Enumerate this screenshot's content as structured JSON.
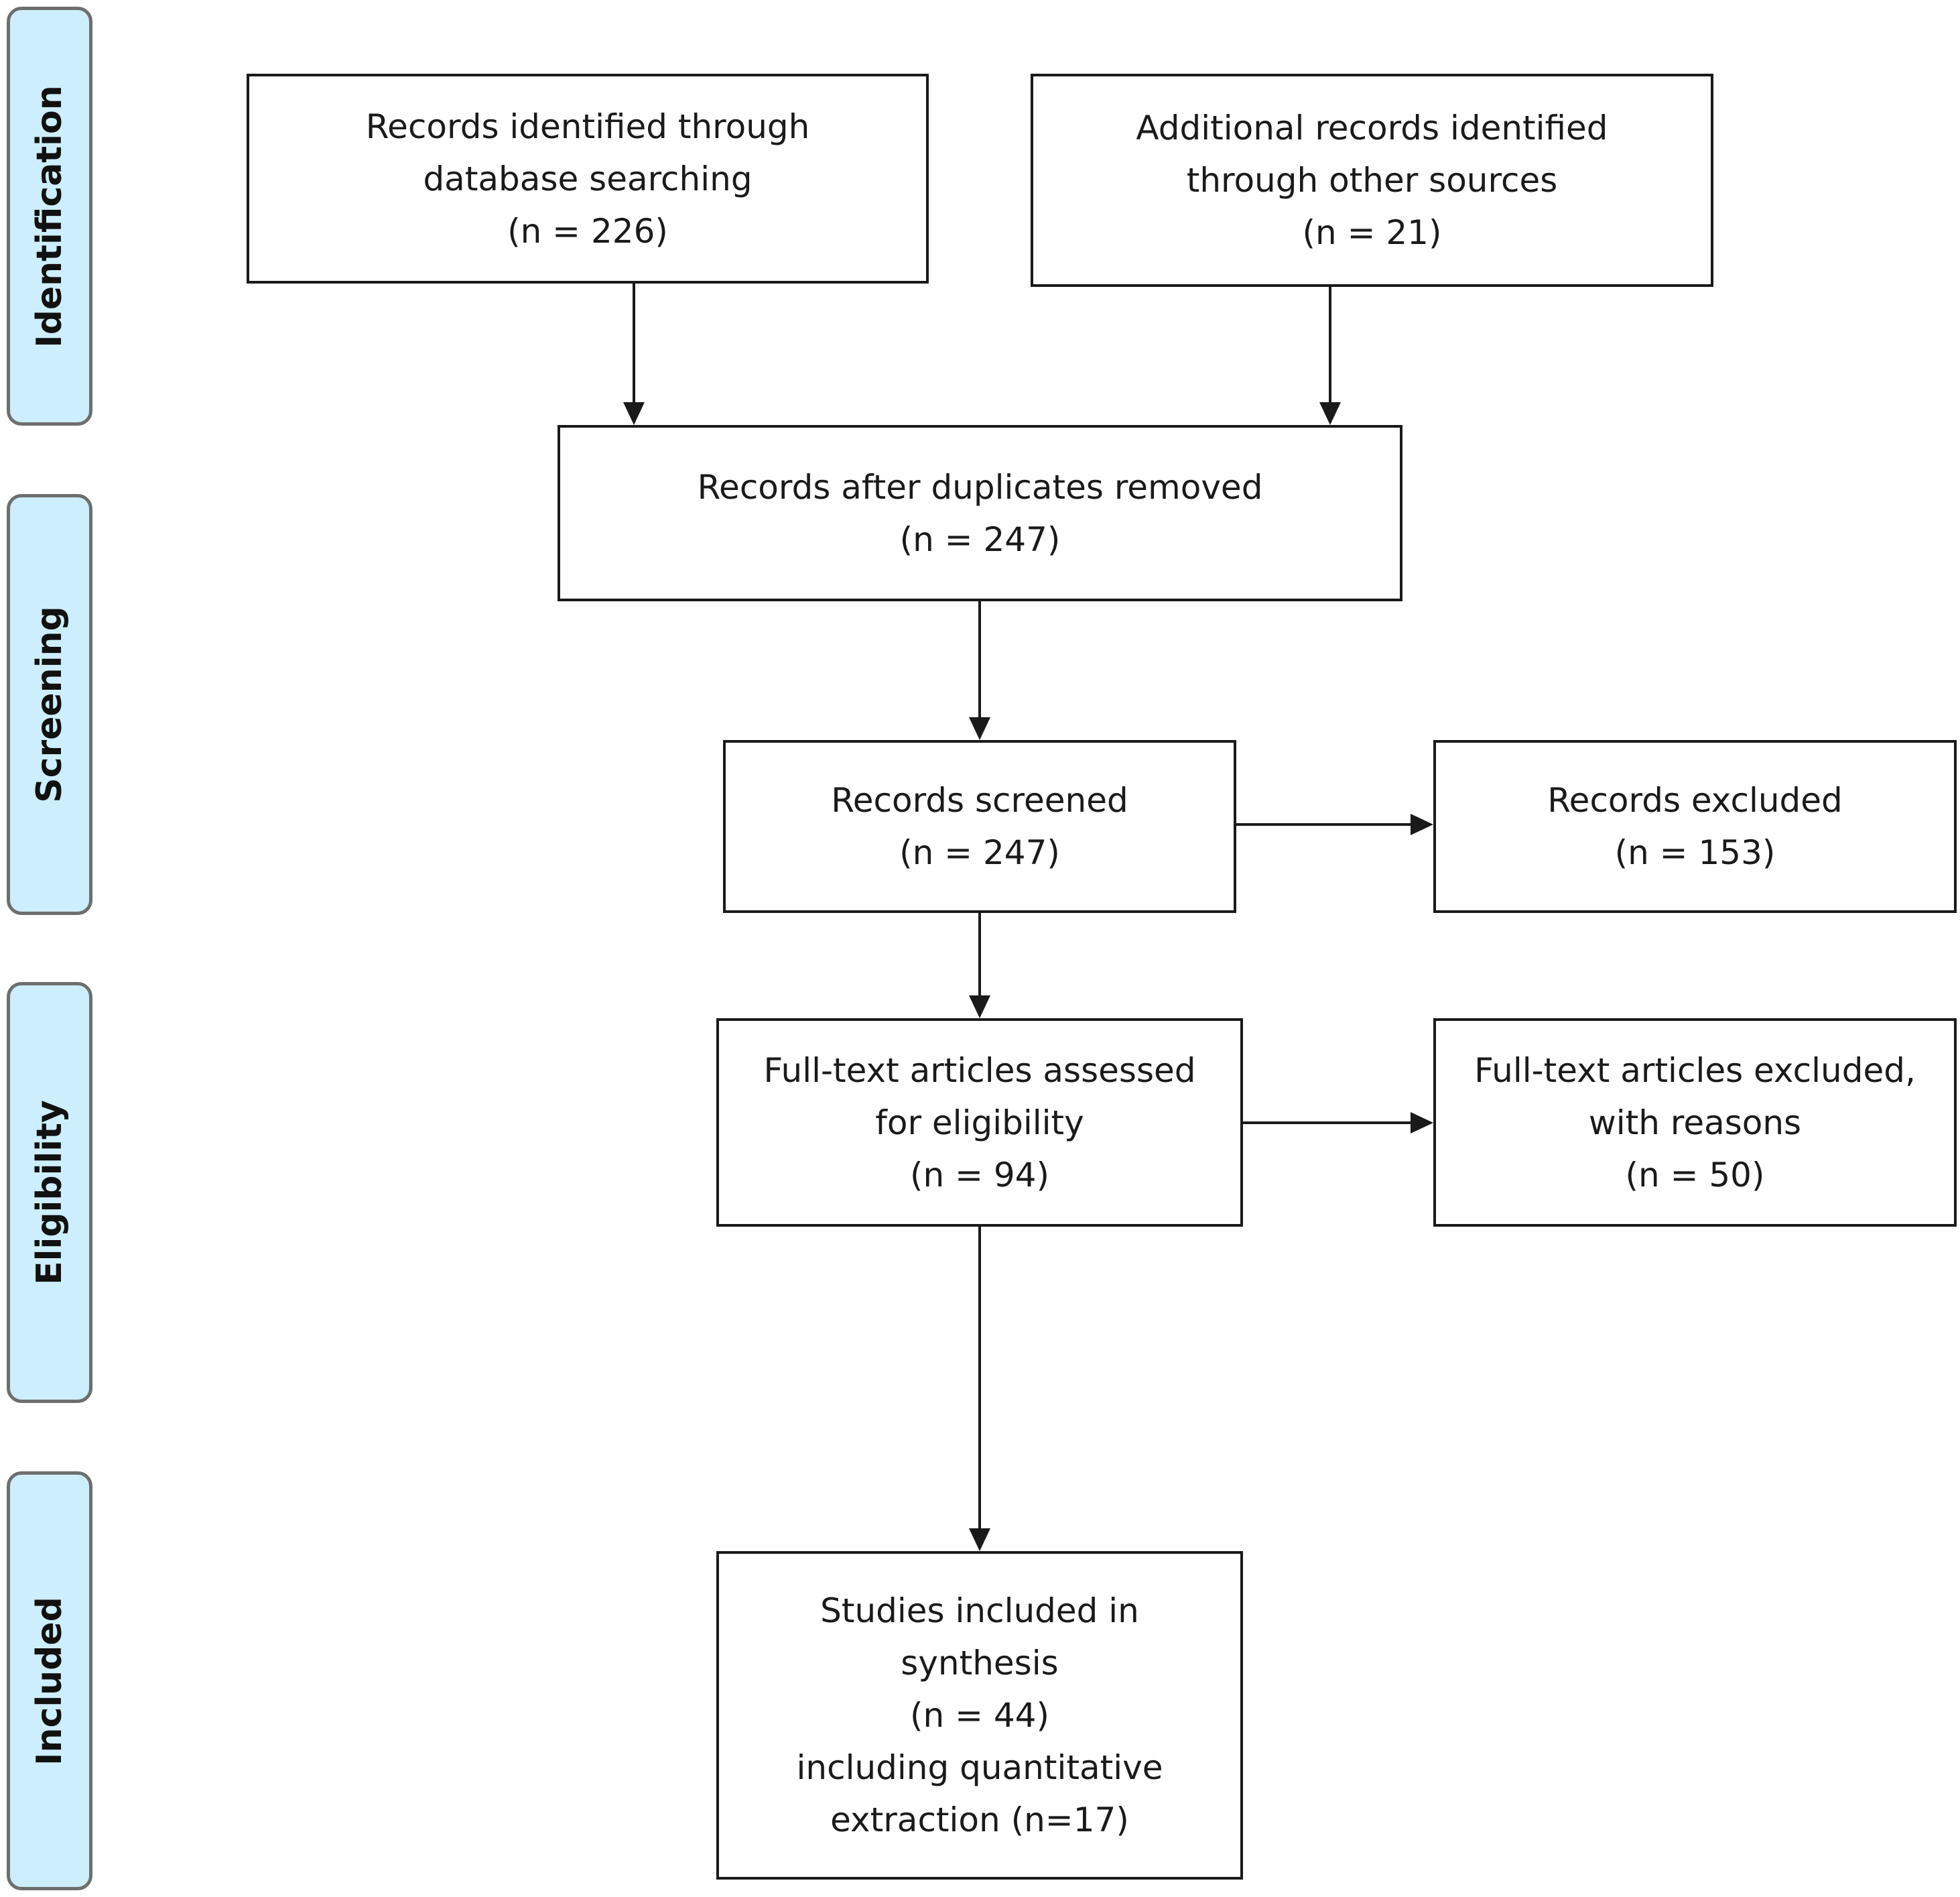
{
  "phases": {
    "identification": "Identification",
    "screening": "Screening",
    "eligibility": "Eligibility",
    "included": "Included"
  },
  "boxes": {
    "database_records": [
      "Records identified through",
      "database searching",
      "(n = 226)"
    ],
    "other_records": [
      "Additional records identified",
      "through other sources",
      "(n = 21)"
    ],
    "after_duplicates": [
      "Records after duplicates removed",
      "(n = 247)"
    ],
    "screened": [
      "Records screened",
      "(n = 247)"
    ],
    "excluded": [
      "Records excluded",
      "(n = 153)"
    ],
    "fulltext_assessed": [
      "Full-text articles assessed",
      "for eligibility",
      "(n = 94)"
    ],
    "fulltext_excluded": [
      "Full-text articles excluded,",
      "with reasons",
      "(n = 50)"
    ],
    "included": [
      "Studies included in",
      "synthesis",
      "(n = 44)",
      "including quantitative",
      "extraction (n=17)"
    ]
  },
  "colors": {
    "phase_fill": "#cdeefc",
    "phase_border": "#6e6e6e",
    "box_border": "#1a1a1a",
    "arrow": "#1a1a1a"
  }
}
